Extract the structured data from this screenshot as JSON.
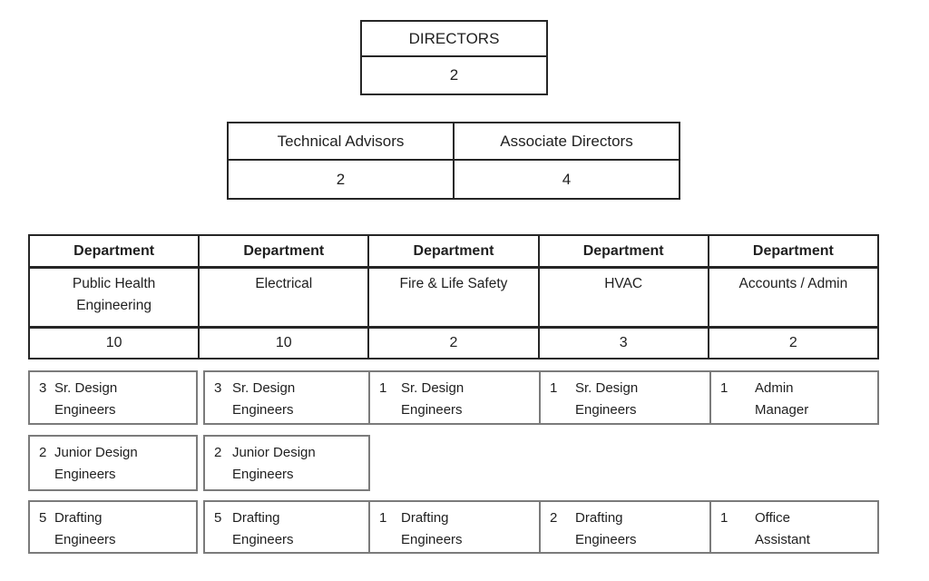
{
  "canvas": {
    "background": "#ffffff",
    "text_color": "#1f1f1f",
    "table_border_color": "#262626",
    "staff_box_border_color": "#7b7b7b"
  },
  "directors_box": {
    "title": "DIRECTORS",
    "count": "2"
  },
  "advisors_table": {
    "cells": [
      {
        "label": "Technical Advisors",
        "count": "2"
      },
      {
        "label": "Associate Directors",
        "count": "4"
      }
    ]
  },
  "department_table": {
    "header_label": "Department",
    "departments": [
      {
        "name": "Public Health Engineering",
        "count": "10"
      },
      {
        "name": "Electrical",
        "count": "10"
      },
      {
        "name": "Fire & Life Safety",
        "count": "2"
      },
      {
        "name": "HVAC",
        "count": "3"
      },
      {
        "name": "Accounts / Admin",
        "count": "2"
      }
    ]
  },
  "staff_grid": {
    "rows": [
      {
        "name": "senior-staff-row",
        "boxes": [
          {
            "column": 1,
            "count": "3",
            "role_lines": [
              "Sr. Design",
              "Engineers"
            ]
          },
          {
            "column": 2,
            "count": "3",
            "role_lines": [
              "Sr. Design",
              "Engineers"
            ]
          },
          {
            "column": 3,
            "count": "1",
            "role_lines": [
              "Sr. Design",
              "Engineers"
            ]
          },
          {
            "column": 4,
            "count": "1",
            "role_lines": [
              "Sr. Design",
              "Engineers"
            ]
          },
          {
            "column": 5,
            "count": "1",
            "role_lines": [
              "Admin",
              "Manager"
            ]
          }
        ]
      },
      {
        "name": "junior-staff-row",
        "boxes": [
          {
            "column": 1,
            "count": "2",
            "role_lines": [
              "Junior Design",
              "Engineers"
            ]
          },
          {
            "column": 2,
            "count": "2",
            "role_lines": [
              "Junior Design",
              "Engineers"
            ]
          }
        ]
      },
      {
        "name": "drafting-staff-row",
        "boxes": [
          {
            "column": 1,
            "count": "5",
            "role_lines": [
              "Drafting",
              "Engineers"
            ]
          },
          {
            "column": 2,
            "count": "5",
            "role_lines": [
              "Drafting",
              "Engineers"
            ]
          },
          {
            "column": 3,
            "count": "1",
            "role_lines": [
              "Drafting",
              "Engineers"
            ]
          },
          {
            "column": 4,
            "count": "2",
            "role_lines": [
              "Drafting",
              "Engineers"
            ]
          },
          {
            "column": 5,
            "count": "1",
            "role_lines": [
              "Office",
              "Assistant"
            ]
          }
        ]
      }
    ]
  }
}
